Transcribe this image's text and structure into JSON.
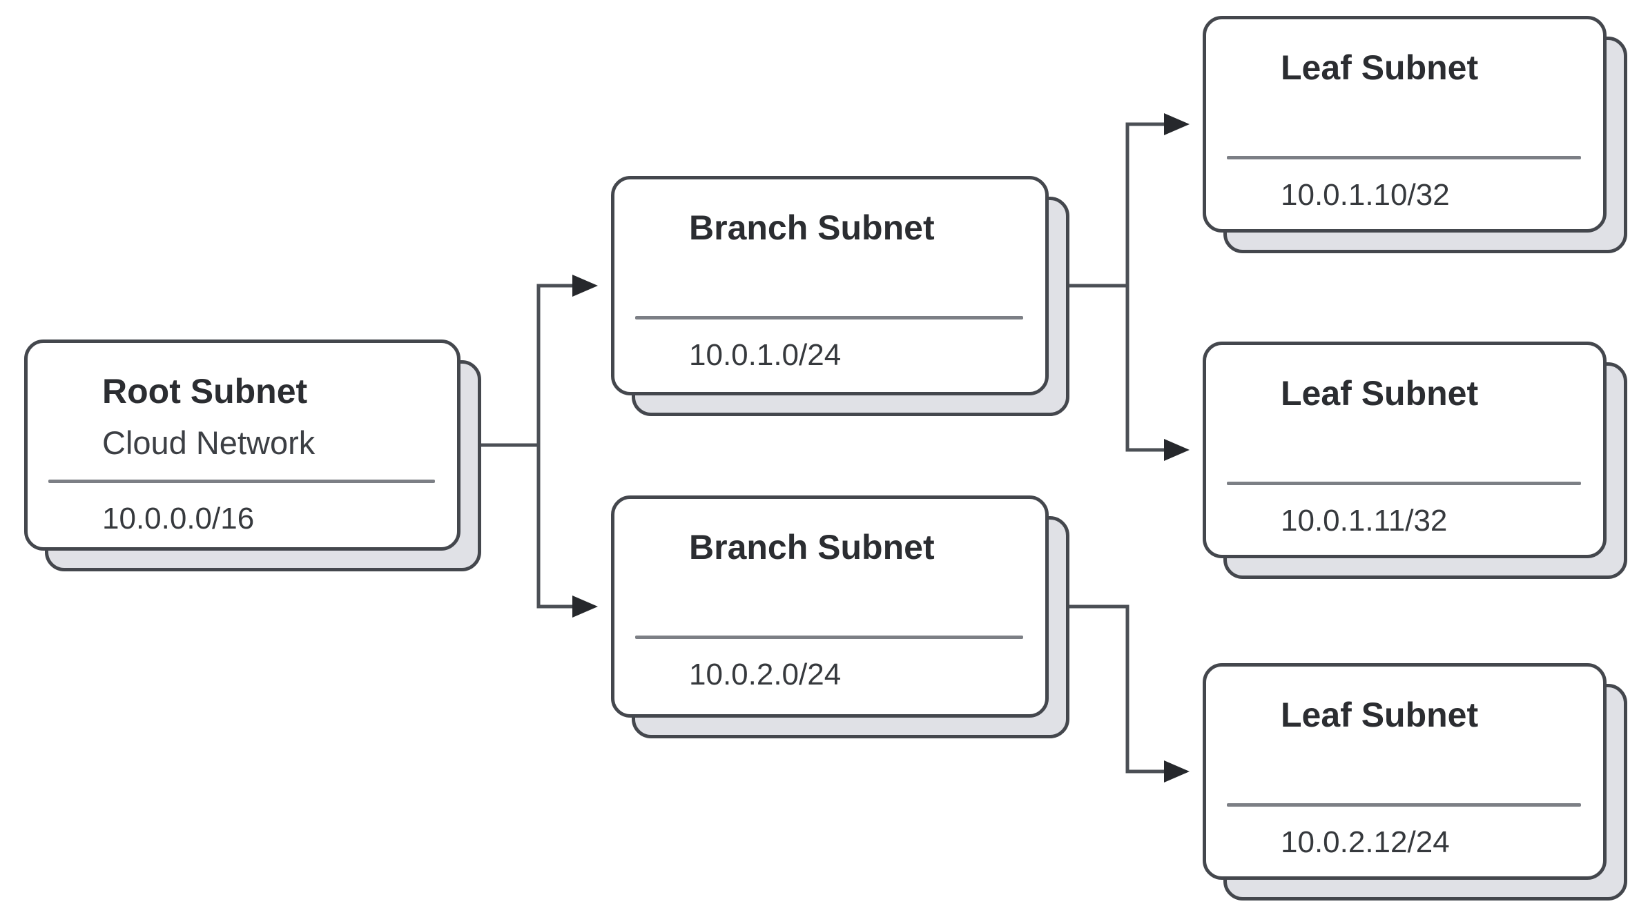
{
  "diagram": {
    "type": "subnet-hierarchy-tree",
    "background": "#ffffff",
    "nodes": [
      {
        "id": "root",
        "title": "Root Subnet",
        "subtitle": "Cloud Network",
        "cidr": "10.0.0.0/16"
      },
      {
        "id": "branch-1",
        "title": "Branch Subnet",
        "cidr": "10.0.1.0/24"
      },
      {
        "id": "branch-2",
        "title": "Branch Subnet",
        "cidr": "10.0.2.0/24"
      },
      {
        "id": "leaf-1",
        "title": "Leaf Subnet",
        "cidr": "10.0.1.10/32"
      },
      {
        "id": "leaf-2",
        "title": "Leaf Subnet",
        "cidr": "10.0.1.11/32"
      },
      {
        "id": "leaf-3",
        "title": "Leaf Subnet",
        "cidr": "10.0.2.12/24"
      }
    ],
    "edges": [
      {
        "from": "root",
        "to": "branch-1"
      },
      {
        "from": "root",
        "to": "branch-2"
      },
      {
        "from": "branch-1",
        "to": "leaf-1"
      },
      {
        "from": "branch-1",
        "to": "leaf-2"
      },
      {
        "from": "branch-2",
        "to": "leaf-3"
      }
    ],
    "colors": {
      "card_fill": "#ffffff",
      "card_border": "#44474d",
      "shadow_fill": "#e0e1e6",
      "divider": "#7c7f85",
      "title_text": "#2b2d31",
      "subtitle_text": "#3c3f44",
      "value_text": "#36393d",
      "connector": "#4b4f55",
      "arrowhead": "#26282c"
    }
  }
}
